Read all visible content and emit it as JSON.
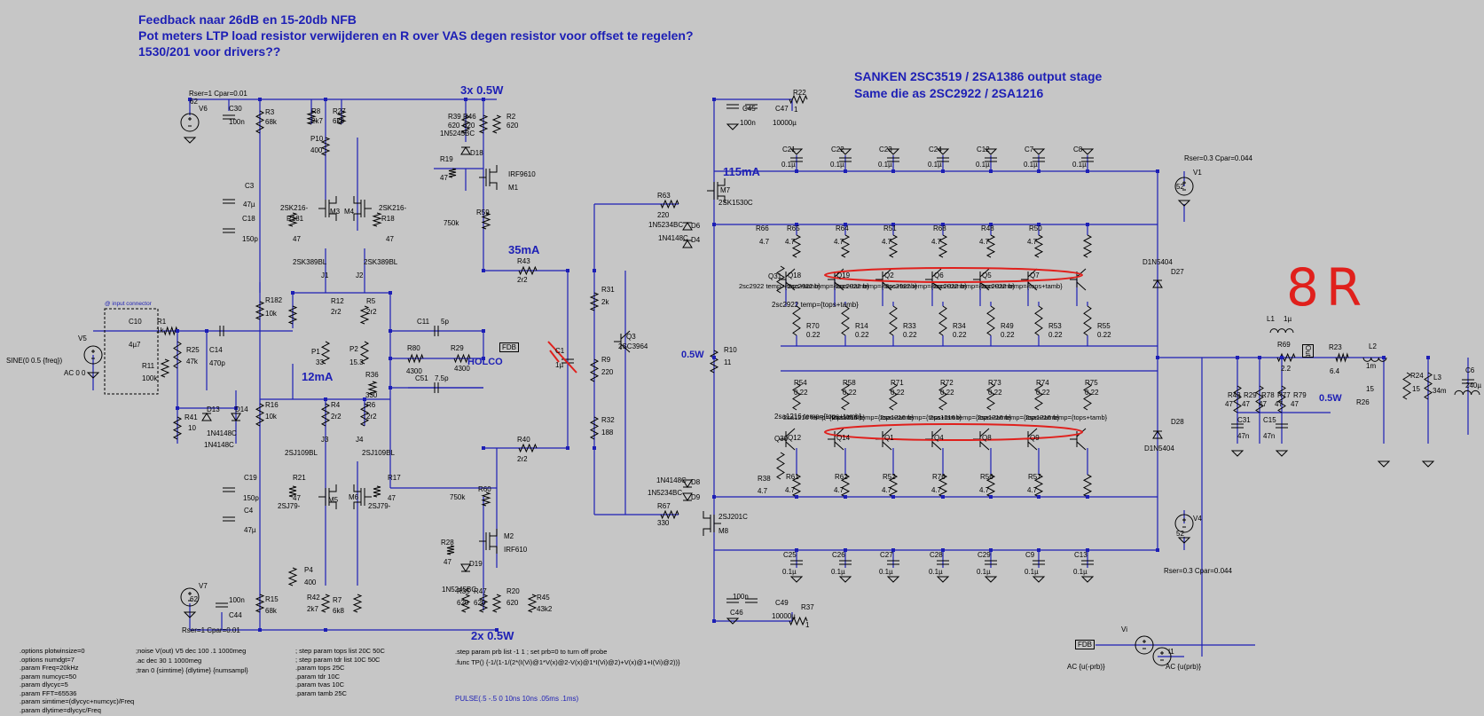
{
  "title_lines": [
    "Feedback naar 26dB en 15-20db NFB",
    "Pot meters LTP load resistor verwijderen en R over VAS degen resistor voor offset te regelen?",
    "1530/201 voor drivers??"
  ],
  "output_stage": {
    "line1": "SANKEN 2SC3519 / 2SA1386 output stage",
    "line2": "Same die as 2SC2922 / 2SA1216"
  },
  "annotations": {
    "p3x": "3x 0.5W",
    "p2x": "2x 0.5W",
    "i115": "115mA",
    "i35": "35mA",
    "i12": "12mA",
    "p05a": "0.5W",
    "p05b": "0.5W",
    "eight_r": "8R"
  },
  "net_labels": {
    "fdb": "FDB",
    "holco": "HOLCO",
    "fdb2": "FDB",
    "out": "Out"
  },
  "source_labels": {
    "v5a": "SINE(0 0.5 {freq})",
    "v5b": "AC 0 0",
    "v6": "Rser=1 Cpar=0.01",
    "v7": "Rser=1 Cpar=0.01",
    "v1": "Rser=0.3 Cpar=0.044",
    "v4": "Rser=0.3 Cpar=0.044",
    "i1a": "AC {u(-prb)}",
    "i1b": "AC {u(prb)}",
    "pulse": "PULSE(.5 -.5 0 10ns 10ns .05ms .1ms)",
    "input_conn": "@ input connector"
  },
  "directives": {
    "col1": [
      ".options plotwinsize=0",
      ".options numdgt=7",
      ".param Freq=20kHz",
      ".param numcyc=50",
      ".param dlycyc=5",
      ".param FFT=65536",
      ".param simtime=(dlycyc+numcyc)/Freq",
      ".param dlytime=dlycyc/Freq"
    ],
    "col2": [
      ";noise V(out) V5 dec 100 .1 1000meg",
      ".ac dec 30 1 1000meg",
      ";tran 0 {simtime} {dlytime} {numsampl}"
    ],
    "col3": [
      "; step param tops list 20C 50C",
      "; step param tdr list 10C 50C",
      ".param tops 25C",
      ".param tdr 10C",
      ".param tvas 10C",
      ".param tamb 25C"
    ],
    "col4": [
      ".step param prb list -1 1 ; set prb=0 to turn off probe",
      ".func TP() {-1/(1-1/(2*(I(Vi)@1*V(x)@2-V(x)@1*I(Vi)@2)+V(x)@1+I(Vi)@2))}"
    ]
  },
  "components": {
    "v6": "V6",
    "v6v": "62",
    "c30": "C30",
    "c30v": "100n",
    "r3": "R3",
    "r3v": "68k",
    "r8": "R8",
    "r8v": "2k7",
    "r27": "R27",
    "r27v": "6k8",
    "p10": "P10",
    "p10v": "400",
    "r39": "R39",
    "r39v": "620",
    "r46": "R46",
    "r46v": "620",
    "r2": "R2",
    "r2v": "620",
    "d18": "D18",
    "d18t": "1N5245BC",
    "r19": "R19",
    "r19v": "47",
    "m1": "M1",
    "m1t": "IRF9610",
    "r59": "R59",
    "r59v": "750k",
    "c3": "C3",
    "c3v": "47µ",
    "c18": "C18",
    "c18v": "150p",
    "r181": "R181",
    "r181v": "47",
    "r18": "R18",
    "r18v": "47",
    "m3": "M3",
    "m3t": "2SK216-",
    "m4": "M4",
    "m4t": "2SK216-",
    "j1": "J1",
    "j1t": "2SK389BL",
    "j2": "J2",
    "j2t": "2SK389BL",
    "r182": "R182",
    "r182v": "10k",
    "r12": "R12",
    "r12v": "2r2",
    "r5": "R5",
    "r5v": "2r2",
    "c10": "C10",
    "c10v": "4µ7",
    "r1": "R1",
    "r1v": "1k",
    "v5": "V5",
    "r25": "R25",
    "r25v": "47k",
    "c14": "C14",
    "c14v": "470p",
    "r11": "R11",
    "r11v": "100k",
    "p1": "P1",
    "p1v": "33",
    "p2": "P2",
    "p2v": "15.3",
    "c11": "C11",
    "c11v": "5p",
    "r80": "R80",
    "r80v": "4300",
    "r29": "R29",
    "r29v": "4300",
    "r36": "R36",
    "r36v": "330",
    "c51": "C51",
    "c51v": "7.5p",
    "r41": "R41",
    "r41v": "10",
    "d13": "D13",
    "d14": "D14",
    "d13t": "1N4148C",
    "d14t": "1N4148C",
    "r16": "R16",
    "r16v": "10k",
    "r4": "R4",
    "r4v": "2r2",
    "r6": "R6",
    "r6v": "2r2",
    "j3": "J3",
    "j3t": "2SJ109BL",
    "j4": "J4",
    "j4t": "2SJ109BL",
    "c19": "C19",
    "c19v": "150p",
    "c4": "C4",
    "c4v": "47µ",
    "r21": "R21",
    "r21v": "47",
    "r17": "R17",
    "r17v": "47",
    "m5": "M5",
    "m5t": "2SJ79-",
    "m6": "M6",
    "m6t": "2SJ79-",
    "p4": "P4",
    "p4v": "400",
    "r42": "R42",
    "r42v": "2k7",
    "r7": "R7",
    "r7v": "6k8",
    "v7": "V7",
    "v7v": "62",
    "c44": "C44",
    "c44v": "100n",
    "r15": "R15",
    "r15v": "68k",
    "r28": "R28",
    "r28v": "47",
    "d19": "D19",
    "d19t": "1N5245BC",
    "r35": "R35",
    "r35v": "620",
    "r47": "R47",
    "r47v": "620",
    "r20": "R20",
    "r20v": "620",
    "r45": "R45",
    "r45v": "43k2",
    "r60": "R60",
    "r60v": "750k",
    "m2": "M2",
    "m2t": "IRF610",
    "r43": "R43",
    "r43v": "2r2",
    "r40": "R40",
    "r40v": "2r2",
    "r31": "R31",
    "r31v": "2k",
    "r9": "R9",
    "r9v": "220",
    "r32": "R32",
    "r32v": "188",
    "c1": "C1",
    "c1v": "1µ",
    "q3": "Q3",
    "q3t": "2SC3964",
    "r63": "R63",
    "r63v": "220",
    "d6": "D6",
    "d6t": "1N5234BC",
    "d4": "D4",
    "d4t": "1N4148C",
    "m7": "M7",
    "m7t": "2SK1530C",
    "r10": "R10",
    "r10v": "11",
    "r67": "R67",
    "r67v": "330",
    "d8": "D8",
    "d8t": "1N4148C",
    "d9": "D9",
    "d9t": "1N5234BC",
    "m8": "M8",
    "m8t": "2SJ201C",
    "c45": "C45",
    "c45v": "100n",
    "c47": "C47",
    "c47v": "10000µ",
    "r22": "R22",
    "r22v": "1",
    "c46": "C46",
    "c46v": "100n",
    "c49": "C49",
    "c49v": "10000µ",
    "r37": "R37",
    "r37v": "1",
    "v1": "V1",
    "v1v": "52",
    "v4": "V4",
    "v4v": "52",
    "d27": "D27",
    "d27t": "D1N5404",
    "d28": "D28",
    "d28t": "D1N5404",
    "l1": "L1",
    "l1v": "1µ",
    "r69": "R69",
    "r69v": "2.2",
    "r23": "R23",
    "r23v": "6.4",
    "l2": "L2",
    "l2v": "1m",
    "r26": "R26",
    "r26v": "15",
    "r24": "R24",
    "r24v": "15",
    "l3": "L3",
    "l3v": "34m",
    "c6": "C6",
    "c6v": "240µ",
    "r43b": "R43",
    "r43bv": "47",
    "r29b": "R29",
    "r29bv": "47",
    "r78": "R78",
    "r78v": "47",
    "r77": "R77",
    "r77v": "47",
    "r79": "R79",
    "r79v": "47",
    "c31": "C31",
    "c31v": "47n",
    "c15": "C15",
    "c15v": "47n",
    "vi": "Vi",
    "i1": "I1",
    "r66": "R66",
    "r66v": "4.7",
    "q31": "Q31",
    "q31t": "2sc2922 temp={tops+tamb}",
    "r38": "R38",
    "r38v": "4.7",
    "q30": "Q30",
    "q30t": "2sa1216 temp={tops+tamb}"
  },
  "upper_columns": [
    {
      "c": "C21",
      "r": "R65",
      "q": "Q18",
      "re": "R70"
    },
    {
      "c": "C22",
      "r": "R64",
      "q": "Q19",
      "re": "R14"
    },
    {
      "c": "C23",
      "r": "R51",
      "q": "Q2",
      "re": "R33"
    },
    {
      "c": "C24",
      "r": "R68",
      "q": "Q6",
      "re": "R34"
    },
    {
      "c": "C12",
      "r": "R48",
      "q": "Q5",
      "re": "R49"
    },
    {
      "c": "C7",
      "r": "R50",
      "q": "Q7",
      "re": "R53"
    },
    {
      "c": "C8",
      "r": "",
      "q": "",
      "re": "R55"
    }
  ],
  "lower_columns": [
    {
      "c": "C25",
      "r": "R61",
      "q": "Q12",
      "re": "R54"
    },
    {
      "c": "C26",
      "r": "R62",
      "q": "Q14",
      "re": "R58"
    },
    {
      "c": "C27",
      "r": "R52",
      "q": "Q1",
      "re": "R71"
    },
    {
      "c": "C28",
      "r": "R76",
      "q": "Q4",
      "re": "R72"
    },
    {
      "c": "C29",
      "r": "R56",
      "q": "Q8",
      "re": "R73"
    },
    {
      "c": "C9",
      "r": "R57",
      "q": "Q9",
      "re": "R74"
    },
    {
      "c": "C13",
      "r": "",
      "q": "",
      "re": "R75"
    }
  ],
  "values": {
    "base_r": "4.7",
    "emit_r": "0.22",
    "cap": "0.1µ"
  },
  "types": {
    "npn": "2sc2922 temp={tops+tamb}",
    "pnp": "2sa1216 temp={tops+tamb}"
  }
}
